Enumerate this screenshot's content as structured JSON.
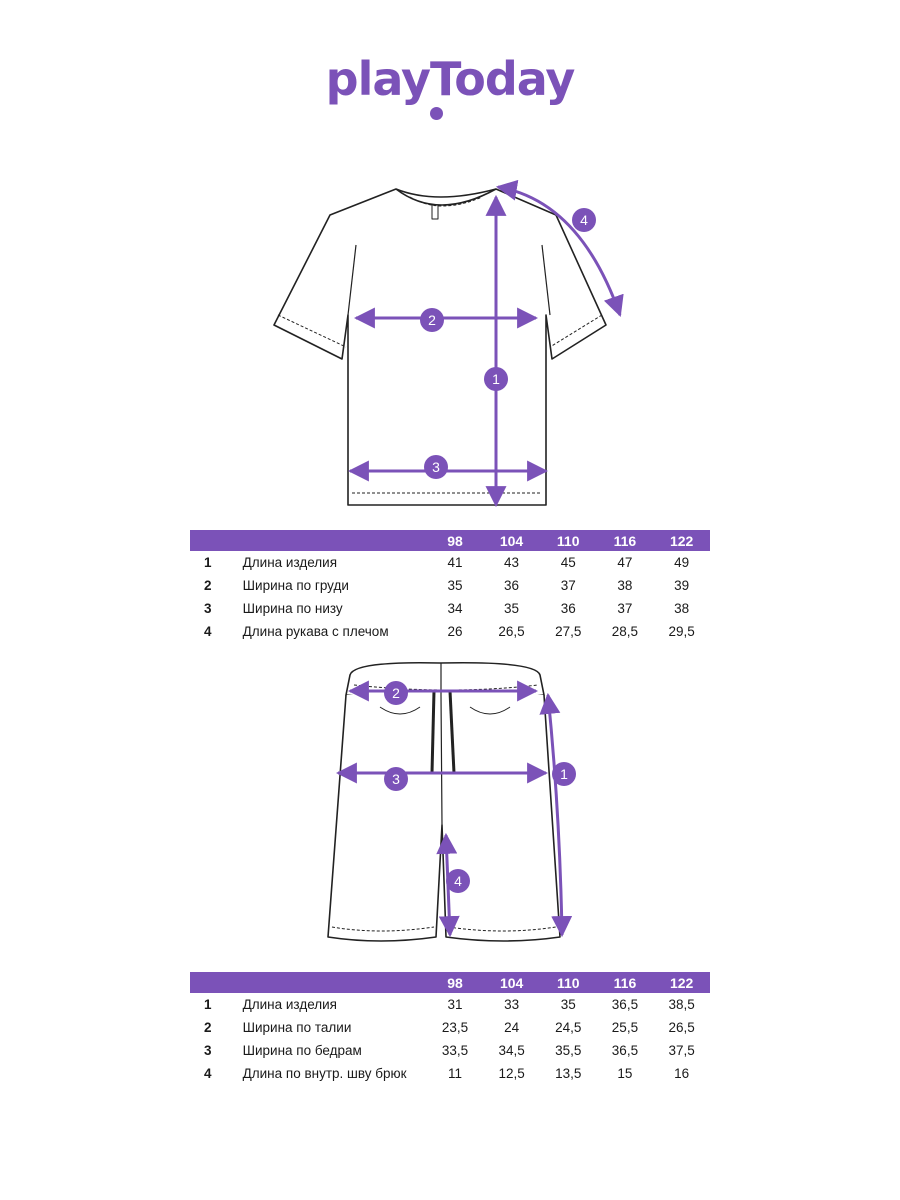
{
  "brand": {
    "name": "playToday",
    "color": "#7b52b8"
  },
  "tshirt": {
    "markers": [
      "1",
      "2",
      "3",
      "4"
    ],
    "table": {
      "sizes": [
        "98",
        "104",
        "110",
        "116",
        "122"
      ],
      "rows": [
        {
          "n": "1",
          "label": "Длина изделия",
          "values": [
            "41",
            "43",
            "45",
            "47",
            "49"
          ]
        },
        {
          "n": "2",
          "label": "Ширина по груди",
          "values": [
            "35",
            "36",
            "37",
            "38",
            "39"
          ]
        },
        {
          "n": "3",
          "label": "Ширина по низу",
          "values": [
            "34",
            "35",
            "36",
            "37",
            "38"
          ]
        },
        {
          "n": "4",
          "label": "Длина рукава с плечом",
          "values": [
            "26",
            "26,5",
            "27,5",
            "28,5",
            "29,5"
          ]
        }
      ]
    }
  },
  "shorts": {
    "markers": [
      "1",
      "2",
      "3",
      "4"
    ],
    "table": {
      "sizes": [
        "98",
        "104",
        "110",
        "116",
        "122"
      ],
      "rows": [
        {
          "n": "1",
          "label": "Длина изделия",
          "values": [
            "31",
            "33",
            "35",
            "36,5",
            "38,5"
          ]
        },
        {
          "n": "2",
          "label": "Ширина по талии",
          "values": [
            "23,5",
            "24",
            "24,5",
            "25,5",
            "26,5"
          ]
        },
        {
          "n": "3",
          "label": "Ширина по бедрам",
          "values": [
            "33,5",
            "34,5",
            "35,5",
            "36,5",
            "37,5"
          ]
        },
        {
          "n": "4",
          "label": "Длина по внутр. шву брюк",
          "values": [
            "11",
            "12,5",
            "13,5",
            "15",
            "16"
          ]
        }
      ]
    }
  }
}
